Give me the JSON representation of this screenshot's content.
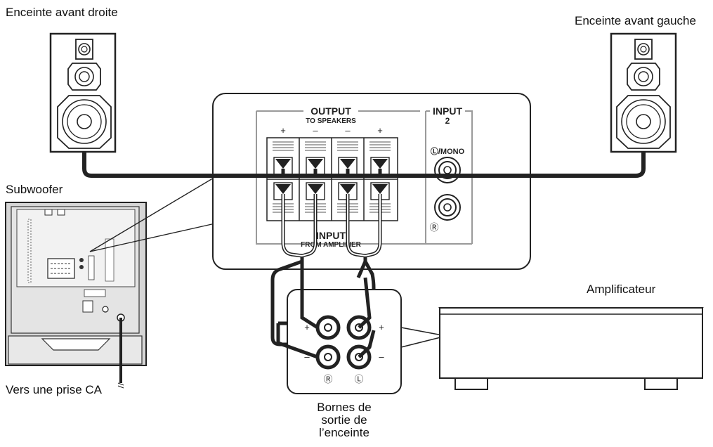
{
  "labels": {
    "front_right_speaker": "Enceinte avant droite",
    "front_left_speaker": "Enceinte avant gauche",
    "subwoofer": "Subwoofer",
    "ac_outlet": "Vers une prise CA",
    "amplifier": "Amplificateur",
    "speaker_output_terminals": [
      "Bornes de",
      "sortie de",
      "l’enceinte"
    ]
  },
  "panel": {
    "output_title": "OUTPUT",
    "output_sub": "TO SPEAKERS",
    "input_title": "INPUT",
    "input_sub": "FROM AMPLIFIER",
    "input2_title": "INPUT",
    "input2_num": "2",
    "left_mono": "Ⓛ/MONO",
    "right_mark": "Ⓡ",
    "polarity": [
      "+",
      "–",
      "–",
      "+"
    ]
  },
  "amp_terminals": {
    "plus": "+",
    "minus": "–",
    "right_mark": "Ⓡ",
    "left_mark": "Ⓛ"
  },
  "colors": {
    "line": "#222222",
    "panel_gray": "#9a9a9a",
    "sub_face": "#d6d6d6"
  }
}
